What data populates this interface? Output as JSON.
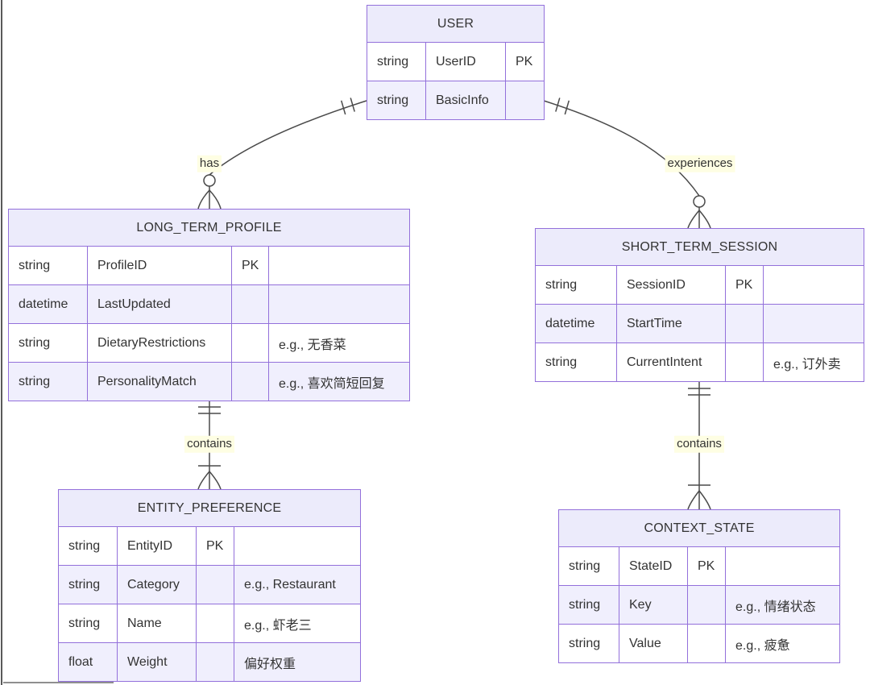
{
  "diagram": {
    "type": "er-diagram",
    "entities": {
      "user": {
        "title": "USER",
        "rows": [
          {
            "type": "string",
            "name": "UserID",
            "key": "PK"
          },
          {
            "type": "string",
            "name": "BasicInfo",
            "key": ""
          }
        ]
      },
      "long_term_profile": {
        "title": "LONG_TERM_PROFILE",
        "rows": [
          {
            "type": "string",
            "name": "ProfileID",
            "key": "PK",
            "comment": ""
          },
          {
            "type": "datetime",
            "name": "LastUpdated",
            "key": "",
            "comment": ""
          },
          {
            "type": "string",
            "name": "DietaryRestrictions",
            "key": "",
            "comment": "e.g., 无香菜"
          },
          {
            "type": "string",
            "name": "PersonalityMatch",
            "key": "",
            "comment": "e.g., 喜欢简短回复"
          }
        ]
      },
      "short_term_session": {
        "title": "SHORT_TERM_SESSION",
        "rows": [
          {
            "type": "string",
            "name": "SessionID",
            "key": "PK",
            "comment": ""
          },
          {
            "type": "datetime",
            "name": "StartTime",
            "key": "",
            "comment": ""
          },
          {
            "type": "string",
            "name": "CurrentIntent",
            "key": "",
            "comment": "e.g., 订外卖"
          }
        ]
      },
      "entity_preference": {
        "title": "ENTITY_PREFERENCE",
        "rows": [
          {
            "type": "string",
            "name": "EntityID",
            "key": "PK",
            "comment": ""
          },
          {
            "type": "string",
            "name": "Category",
            "key": "",
            "comment": "e.g., Restaurant"
          },
          {
            "type": "string",
            "name": "Name",
            "key": "",
            "comment": "e.g., 虾老三"
          },
          {
            "type": "float",
            "name": "Weight",
            "key": "",
            "comment": "偏好权重"
          }
        ]
      },
      "context_state": {
        "title": "CONTEXT_STATE",
        "rows": [
          {
            "type": "string",
            "name": "StateID",
            "key": "PK",
            "comment": ""
          },
          {
            "type": "string",
            "name": "Key",
            "key": "",
            "comment": "e.g., 情绪状态"
          },
          {
            "type": "string",
            "name": "Value",
            "key": "",
            "comment": "e.g., 疲惫"
          }
        ]
      }
    },
    "relationships": [
      {
        "from": "USER",
        "to": "LONG_TERM_PROFILE",
        "label": "has",
        "from_cardinality": "exactly-one (||)",
        "to_cardinality": "zero-or-many (o{)"
      },
      {
        "from": "USER",
        "to": "SHORT_TERM_SESSION",
        "label": "experiences",
        "from_cardinality": "exactly-one (||)",
        "to_cardinality": "zero-or-many (o{)"
      },
      {
        "from": "LONG_TERM_PROFILE",
        "to": "ENTITY_PREFERENCE",
        "label": "contains",
        "from_cardinality": "exactly-one (||)",
        "to_cardinality": "one-or-many (|{)"
      },
      {
        "from": "SHORT_TERM_SESSION",
        "to": "CONTEXT_STATE",
        "label": "contains",
        "from_cardinality": "exactly-one (||)",
        "to_cardinality": "one-or-many (|{)"
      }
    ],
    "colors": {
      "entity_header_fill": "#ECEBFB",
      "entity_row_alt_fill": "#F0EFFD",
      "entity_border": "#9370DB",
      "edge_stroke": "#4A4A4A",
      "edge_label_background": "#FEFEE3",
      "text": "#333333"
    }
  }
}
